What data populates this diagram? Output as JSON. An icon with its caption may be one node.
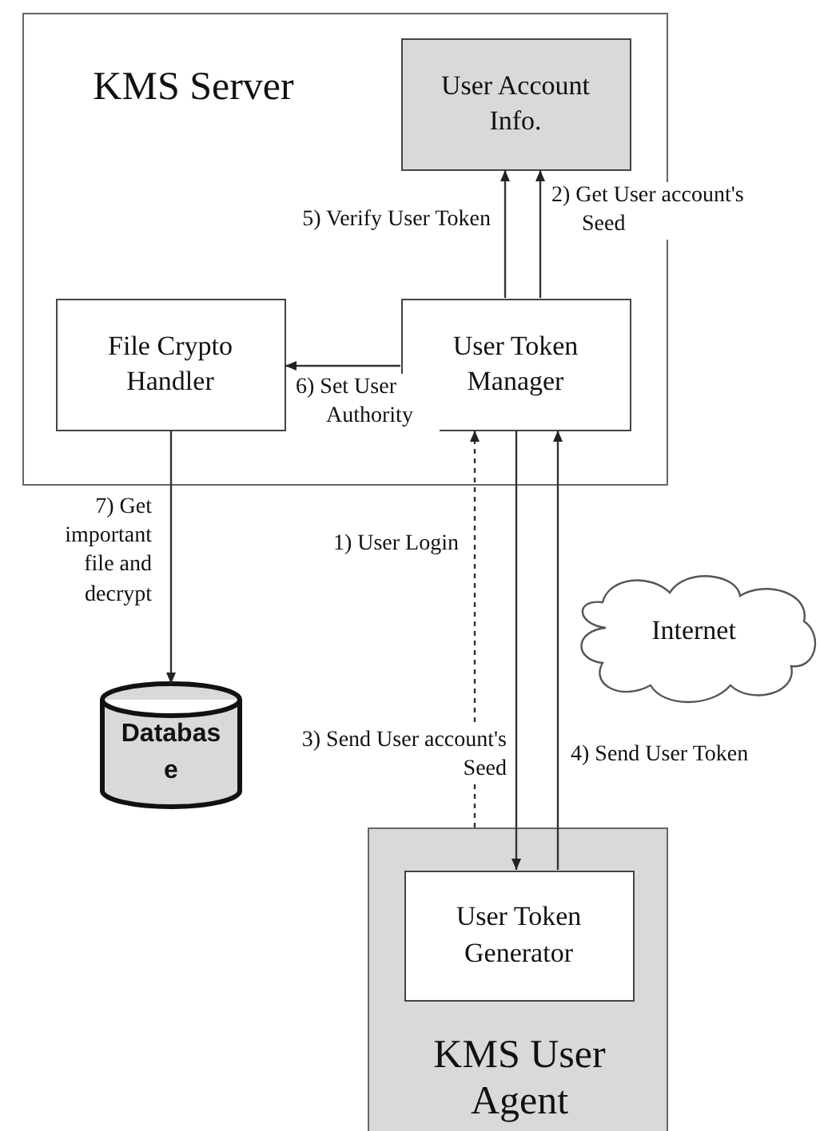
{
  "diagram": {
    "nodes": [
      {
        "text": [
          "KMS Server"
        ]
      },
      {
        "text": [
          "User Account Info."
        ],
        "in": 0
      },
      {
        "text": [
          "File Crypto Handler"
        ],
        "in": 0
      },
      {
        "text": [
          "User Token Manager"
        ],
        "in": 0
      },
      {
        "text": [
          "Internet"
        ]
      },
      {
        "text": [
          "Database"
        ]
      },
      {
        "text": [
          "KMS User Agent"
        ]
      },
      {
        "text": [
          "User Token Generator"
        ],
        "in": 6
      }
    ],
    "edges": [
      {
        "from": 6,
        "to": 3,
        "arrow": "to",
        "label": "1) User Login",
        "style": "dashed"
      },
      {
        "from": 3,
        "to": 1,
        "arrow": "to",
        "label": "2) Get User account's Seed"
      },
      {
        "from": 3,
        "to": 7,
        "arrow": "to",
        "label": "3) Send User account's Seed"
      },
      {
        "from": 7,
        "to": 3,
        "arrow": "to",
        "label": "4) Send User Token"
      },
      {
        "from": 3,
        "to": 1,
        "arrow": "to",
        "label": "5) Verify User Token"
      },
      {
        "from": 3,
        "to": 2,
        "arrow": "to",
        "label": "6) Set User Authority"
      },
      {
        "from": 2,
        "to": 5,
        "arrow": "to",
        "label": "7) Get important file and decrypt"
      }
    ]
  }
}
